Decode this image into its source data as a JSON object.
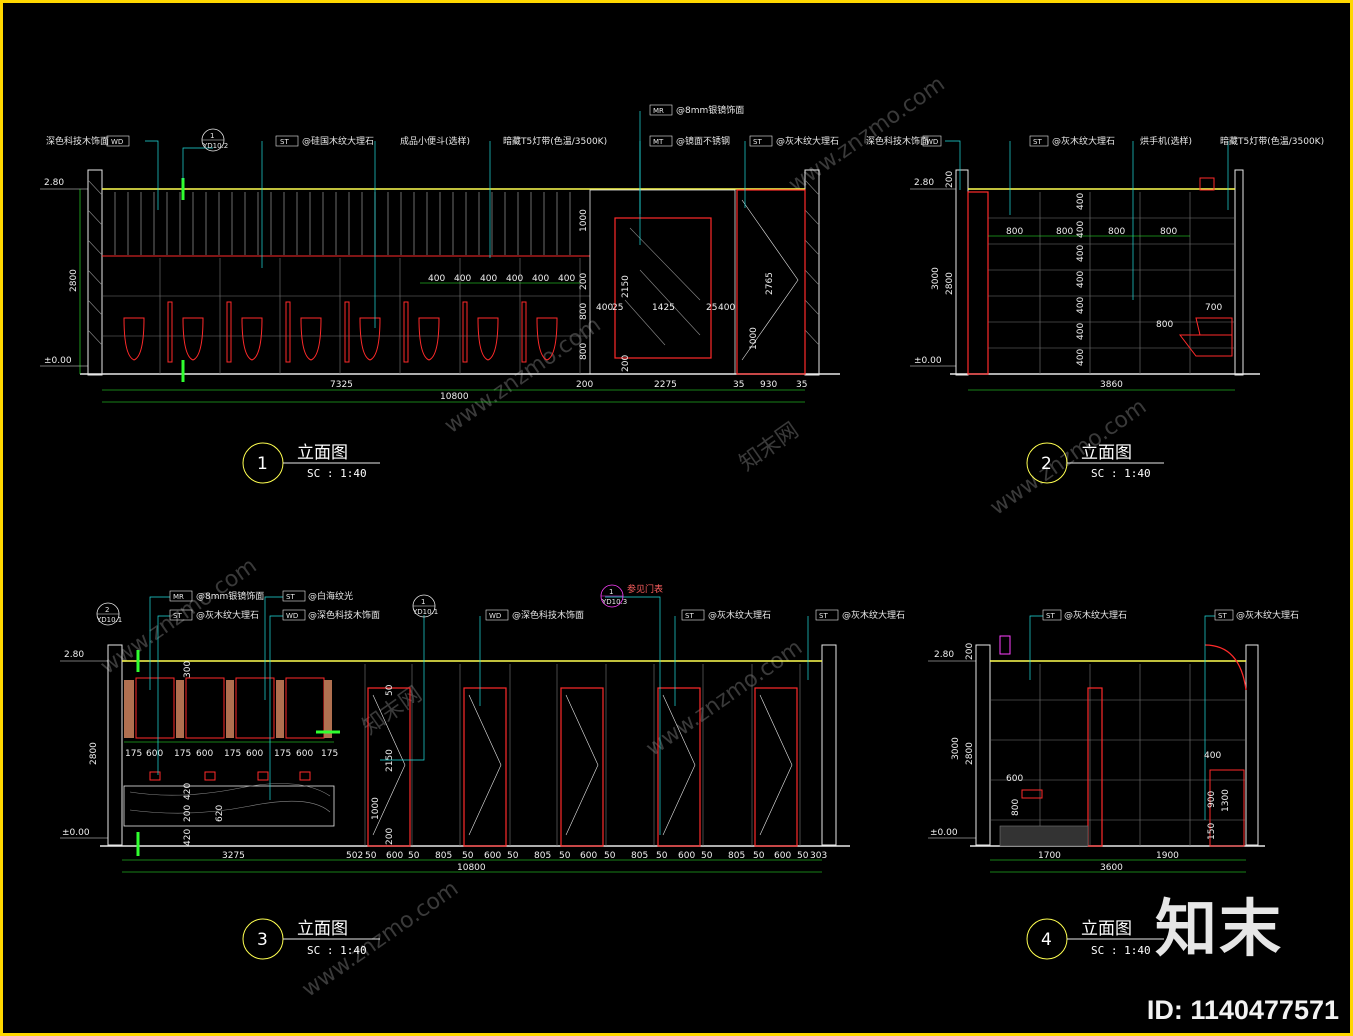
{
  "views": [
    {
      "number": "1",
      "title": "立面图",
      "scale": "SC :    1:40"
    },
    {
      "number": "2",
      "title": "立面图",
      "scale": "SC :    1:40"
    },
    {
      "number": "3",
      "title": "立面图",
      "scale": "SC :    1:40"
    },
    {
      "number": "4",
      "title": "立面图",
      "scale": "SC :    1:40"
    }
  ],
  "elevation1": {
    "level_top": "2.80",
    "level_zero": "±0.00",
    "height_total": "2800",
    "callouts": {
      "wd_text": "深色科技木饰面",
      "wd_tag": "WD",
      "st_a_text": "@硅国木纹大理石",
      "st_tag": "ST",
      "urinal_text": "成品小便斗(选样)",
      "light_text": "暗藏T5灯带(色温/3500K)",
      "mr_text": "@8mm银镜饰面",
      "mr_tag": "MR",
      "mt_text": "@镜面不锈钢",
      "mt_tag": "MT",
      "st_b_text": "@灰木纹大理石",
      "section_num": "1",
      "section_ref": "YD10.2"
    },
    "dims_bottom": [
      "7325",
      "200",
      "2275",
      "35",
      "930",
      "35"
    ],
    "dim_total": "10800",
    "dims_spacing": [
      "400",
      "400",
      "400",
      "400",
      "400",
      "400"
    ],
    "dims_right": [
      "1000",
      "200",
      "800",
      "800",
      "200"
    ],
    "mirror_dims": [
      "2150",
      "1425",
      "25",
      "400",
      "400",
      "25"
    ],
    "door_dims": [
      "2765",
      "1000"
    ]
  },
  "elevation2": {
    "level_top": "2.80",
    "level_zero": "±0.00",
    "heights": [
      "3000",
      "2800",
      "200"
    ],
    "callouts": {
      "wd_text": "深色科技木饰面",
      "wd_tag": "WD",
      "st_text": "@灰木纹大理石",
      "st_tag": "ST",
      "dryer_text": "烘手机(选样)",
      "light_text": "暗藏T5灯带(色温/3500K)"
    },
    "dims_tiles": [
      "800",
      "800",
      "800",
      "800"
    ],
    "dims_rows": [
      "400",
      "400",
      "400",
      "400",
      "400",
      "400",
      "400"
    ],
    "dims_misc": [
      "700",
      "800"
    ],
    "dim_total": "3860"
  },
  "elevation3": {
    "level_top": "2.80",
    "level_zero": "±0.00",
    "height_total": "2800",
    "callouts": {
      "mr_text": "@8mm银镜饰面",
      "mr_tag": "MR",
      "st_a_text": "@白海纹光",
      "st_tag": "ST",
      "st_b_text": "@灰木纹大理石",
      "wd_a_text": "@深色科技木饰面",
      "wd_tag": "WD",
      "wd_b_text": "@深色科技木饰面",
      "st_c_text": "@灰木纹大理石",
      "st_d_text": "@灰木纹大理石",
      "door_ref_num": "1",
      "door_ref_code": "YD10.3",
      "door_ref_text": "参见门表",
      "sec_a_num": "2",
      "sec_a_ref": "YD10.1",
      "sec_b_num": "1",
      "sec_b_ref": "YD10.1"
    },
    "mirror_row_dims": [
      "175",
      "600",
      "175",
      "600",
      "175",
      "600",
      "175",
      "600",
      "175"
    ],
    "vanity_dims": [
      "300",
      "420",
      "200",
      "420",
      "620"
    ],
    "door_dims": [
      "2150",
      "1000",
      "200",
      "50"
    ],
    "dims_bottom": [
      "3275",
      "502",
      "50",
      "600",
      "50",
      "805",
      "50",
      "600",
      "50",
      "805",
      "50",
      "600",
      "50",
      "805",
      "50",
      "600",
      "50",
      "805",
      "50",
      "600",
      "50",
      "303"
    ],
    "dim_total": "10800"
  },
  "elevation4": {
    "level_top": "2.80",
    "level_zero": "±0.00",
    "heights": [
      "3000",
      "2800",
      "200"
    ],
    "callouts": {
      "st_a_text": "@灰木纹大理石",
      "st_tag": "ST",
      "st_b_text": "@灰木纹大理石"
    },
    "dims_misc": [
      "600",
      "800",
      "400",
      "900",
      "1300",
      "150"
    ],
    "dims_bottom": [
      "1700",
      "1900"
    ],
    "dim_total": "3600"
  },
  "watermark": {
    "site": "www.znzmo.com",
    "site_short": "znzmo.com",
    "cn": "知末网"
  },
  "brand": "知末",
  "image_id": "ID: 1140477571",
  "colors": {
    "background": "#000000",
    "frame": "#ffd700",
    "line_red": "#ff2a2a",
    "line_cyan": "#20e0e0",
    "line_green": "#30ff30",
    "line_yellow": "#ffff50",
    "line_white": "#e8e8e8",
    "line_magenta": "#ff40ff"
  }
}
